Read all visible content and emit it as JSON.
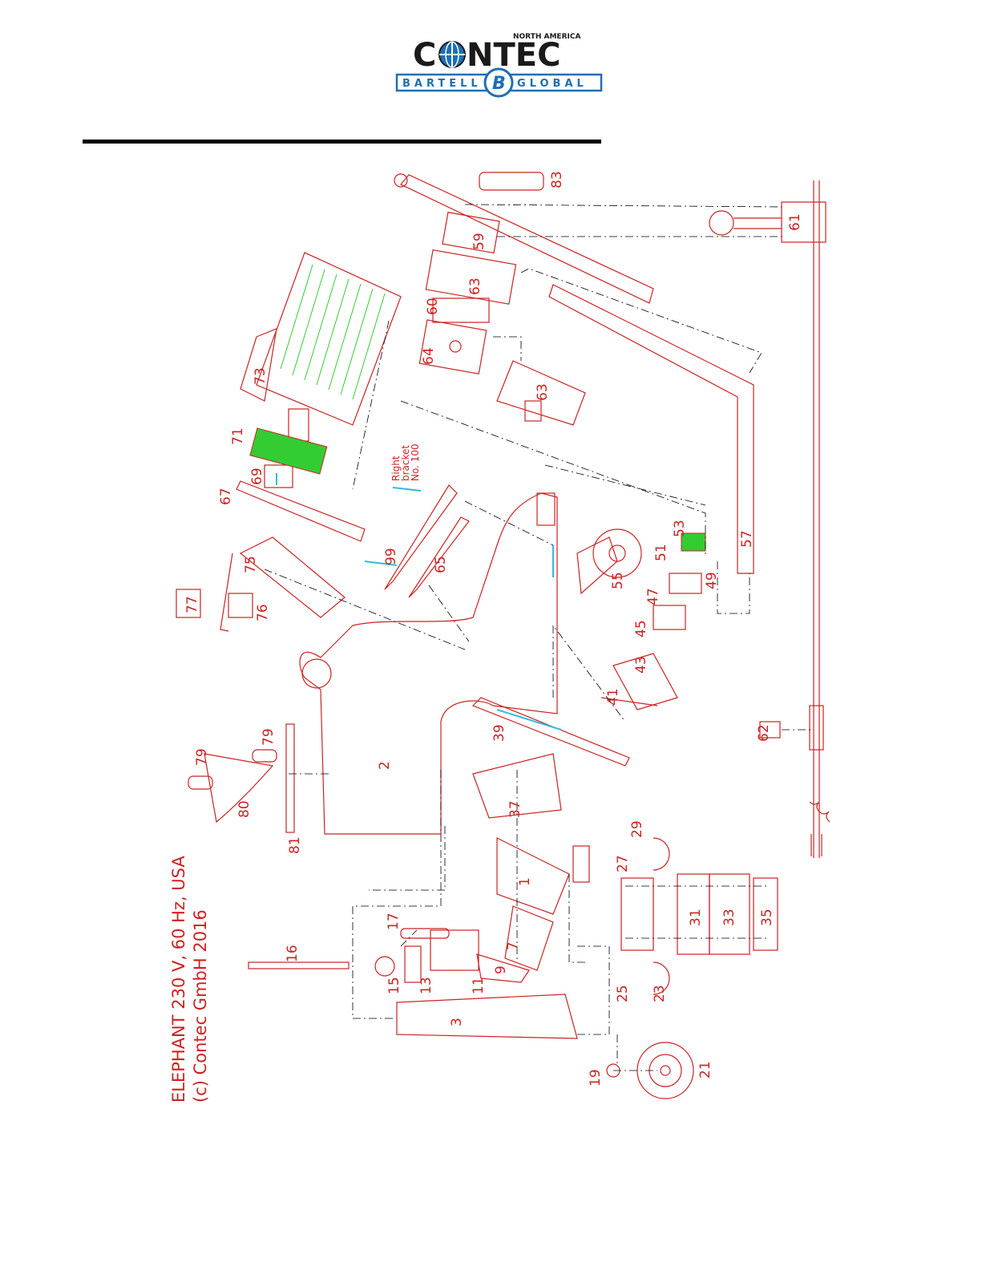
{
  "logo": {
    "region": "NORTH AMERICA",
    "brand_left": "C",
    "brand_right": "NTEC",
    "sub_left": "BARTELL",
    "sub_mark": "B",
    "sub_right": "GLOBAL"
  },
  "caption": {
    "line1": "ELEPHANT 230 V, 60 Hz, USA",
    "line2": "(c) Contec GmbH 2016"
  },
  "bracket_note": {
    "line1": "Right",
    "line2": "bracket",
    "line3": "No. 100"
  },
  "part_numbers": [
    "1",
    "2",
    "3",
    "7",
    "9",
    "11",
    "13",
    "15",
    "16",
    "17",
    "19",
    "21",
    "23",
    "25",
    "27",
    "29",
    "31",
    "33",
    "35",
    "37",
    "39",
    "41",
    "43",
    "45",
    "47",
    "49",
    "51",
    "53",
    "55",
    "57",
    "59",
    "60",
    "61",
    "62",
    "63",
    "63",
    "64",
    "65",
    "67",
    "69",
    "71",
    "73",
    "75",
    "76",
    "77",
    "79",
    "79",
    "80",
    "81",
    "83",
    "99"
  ],
  "colors": {
    "drawing_line": "#cc2222",
    "leader_line": "#000000",
    "highlight_green": "#33cc33",
    "highlight_cyan": "#33bbdd",
    "logo_dark": "#1a1a1a",
    "logo_blue": "#1d6fb8"
  }
}
